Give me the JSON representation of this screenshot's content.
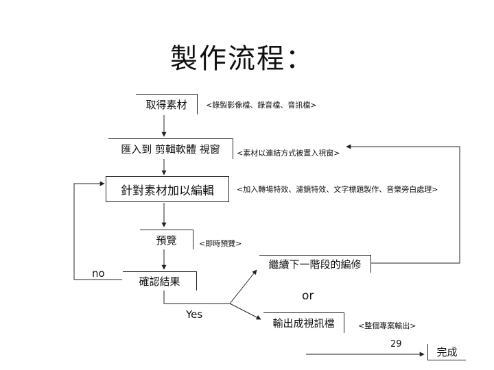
{
  "title": "製作流程：",
  "steps": {
    "acquire": {
      "label": "取得素材",
      "note": "<錄製影像檔、錄音檔、音訊檔>"
    },
    "import": {
      "label": "匯入到 剪輯軟體 視窗",
      "note": "<素材以連結方式被置入視窗>"
    },
    "edit": {
      "label": "針對素材加以編輯",
      "note": "<加入轉場特效、濾鏡特效、文字標題製作、音樂旁白處理>"
    },
    "preview": {
      "label": "預覽",
      "note": "<即時預覽>"
    },
    "confirm": {
      "label": "確認結果"
    },
    "continue": {
      "label": "繼續下一階段的編修"
    },
    "export": {
      "label": "輸出成視訊檔",
      "note": "<整個專案輸出>"
    },
    "done": {
      "label": "完成"
    }
  },
  "branches": {
    "no": "no",
    "yes": "Yes",
    "or": "or"
  },
  "page_number": "29"
}
